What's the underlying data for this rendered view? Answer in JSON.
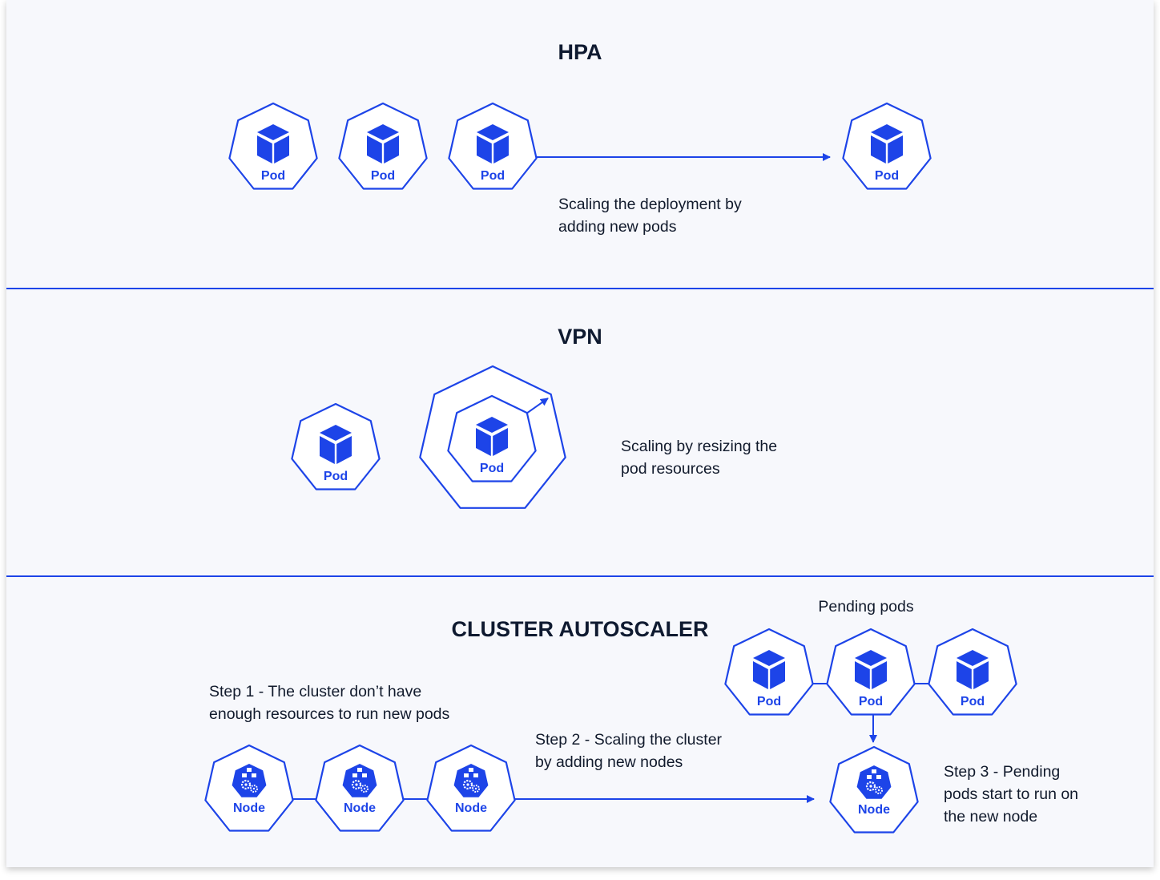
{
  "colors": {
    "accent": "#1d44e8",
    "background": "#f7f8fc",
    "title_text": "#0f1a30",
    "body_text": "#111a2c"
  },
  "hpa": {
    "title": "HPA",
    "pod_label": "Pod",
    "caption_lines": [
      "Scaling the deployment by",
      "adding new pods"
    ]
  },
  "vpn": {
    "title": "VPN",
    "pod_label": "Pod",
    "caption_lines": [
      "Scaling by resizing the",
      "pod resources"
    ]
  },
  "cluster_autoscaler": {
    "title": "CLUSTER AUTOSCALER",
    "pending_title": "Pending pods",
    "pod_label": "Pod",
    "node_label": "Node",
    "step1_lines": [
      "Step 1 - The cluster don’t have",
      "enough resources to run new pods"
    ],
    "step2_lines": [
      "Step 2 - Scaling the cluster",
      "by adding new nodes"
    ],
    "step3_lines": [
      "Step 3 - Pending",
      "pods start to run on",
      "the new node"
    ]
  },
  "icons": {
    "pod": "cube-icon",
    "node": "node-cluster-icon"
  }
}
